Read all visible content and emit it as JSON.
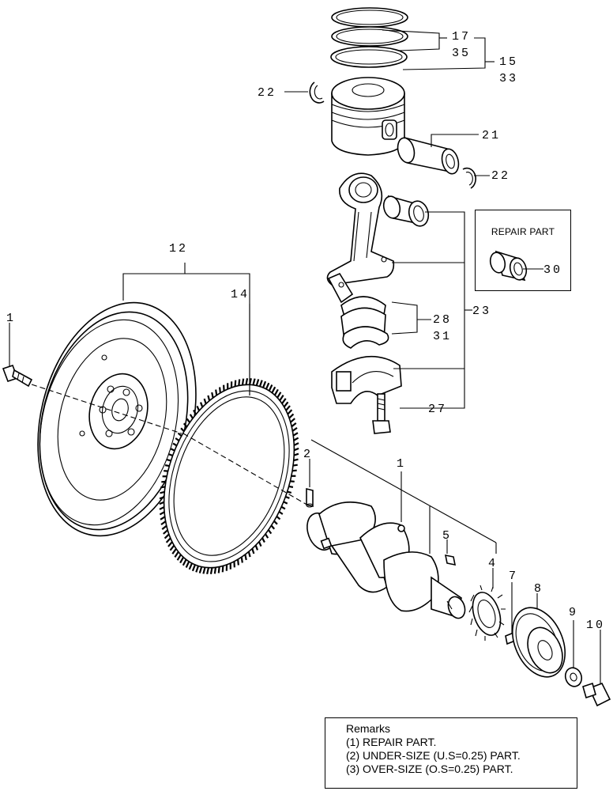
{
  "callouts": {
    "c1a": "1",
    "c1b": "1",
    "c2": "2",
    "c4": "4",
    "c5": "5",
    "c7": "7",
    "c8": "8",
    "c9": "9",
    "c10": "10",
    "c12": "12",
    "c14": "14",
    "c15": "15",
    "c17": "17",
    "c21": "21",
    "c22a": "22",
    "c22b": "22",
    "c23": "23",
    "c27": "27",
    "c28": "28",
    "c30": "30",
    "c31": "31",
    "c33": "33",
    "c35": "35"
  },
  "repair_box": {
    "title": "REPAIR PART"
  },
  "remarks": {
    "title": "Remarks",
    "lines": [
      "(1) REPAIR PART.",
      "(2) UNDER-SIZE (U.S=0.25) PART.",
      "(3) OVER-SIZE (O.S=0.25) PART."
    ]
  },
  "colors": {
    "ink": "#000000",
    "paper": "#ffffff"
  }
}
